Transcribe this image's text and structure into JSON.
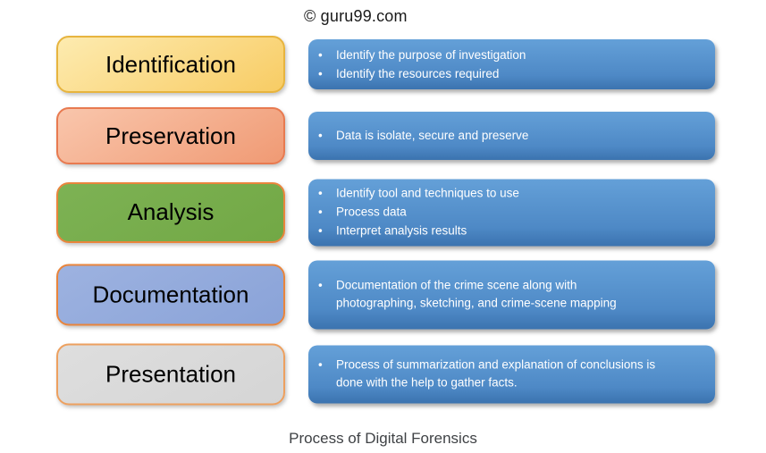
{
  "header": {
    "copyright": "© guru99.com"
  },
  "caption": "Process of Digital Forensics",
  "colors": {
    "info_box_top": "#64A0D8",
    "info_box_mid": "#4E89C6",
    "info_box_bottom": "#3B73AF",
    "info_text": "#FFFFFF",
    "stage_text": "#000000",
    "caption_text": "#3F4245"
  },
  "stages": [
    {
      "label": "Identification",
      "box_style": {
        "fill_top": "#FDEBB0",
        "fill_bottom": "#F8CC64",
        "border": "#E7B43E"
      },
      "points": [
        "Identify the purpose of investigation",
        "Identify the resources required"
      ]
    },
    {
      "label": "Preservation",
      "box_style": {
        "fill_top": "#F9C6AC",
        "fill_bottom": "#F09A74",
        "border": "#E87A50"
      },
      "points": [
        "Data is isolate, secure and preserve"
      ]
    },
    {
      "label": "Analysis",
      "box_style": {
        "fill_top": "#7DB254",
        "fill_bottom": "#72A845",
        "border": "#E9853C"
      },
      "points": [
        "Identify tool and techniques to use",
        "Process data",
        "Interpret analysis results"
      ]
    },
    {
      "label": "Documentation",
      "box_style": {
        "fill_top": "#9DB2E0",
        "fill_bottom": "#8AA3D8",
        "border": "#E9853C"
      },
      "points": [
        "Documentation of the crime scene along with\nphotographing, sketching, and crime-scene mapping"
      ]
    },
    {
      "label": "Presentation",
      "box_style": {
        "fill_top": "#DEDEDE",
        "fill_bottom": "#D5D5D5",
        "border": "#EDA05F"
      },
      "points": [
        "Process of summarization and explanation of conclusions is\ndone with the help to gather facts."
      ]
    }
  ]
}
